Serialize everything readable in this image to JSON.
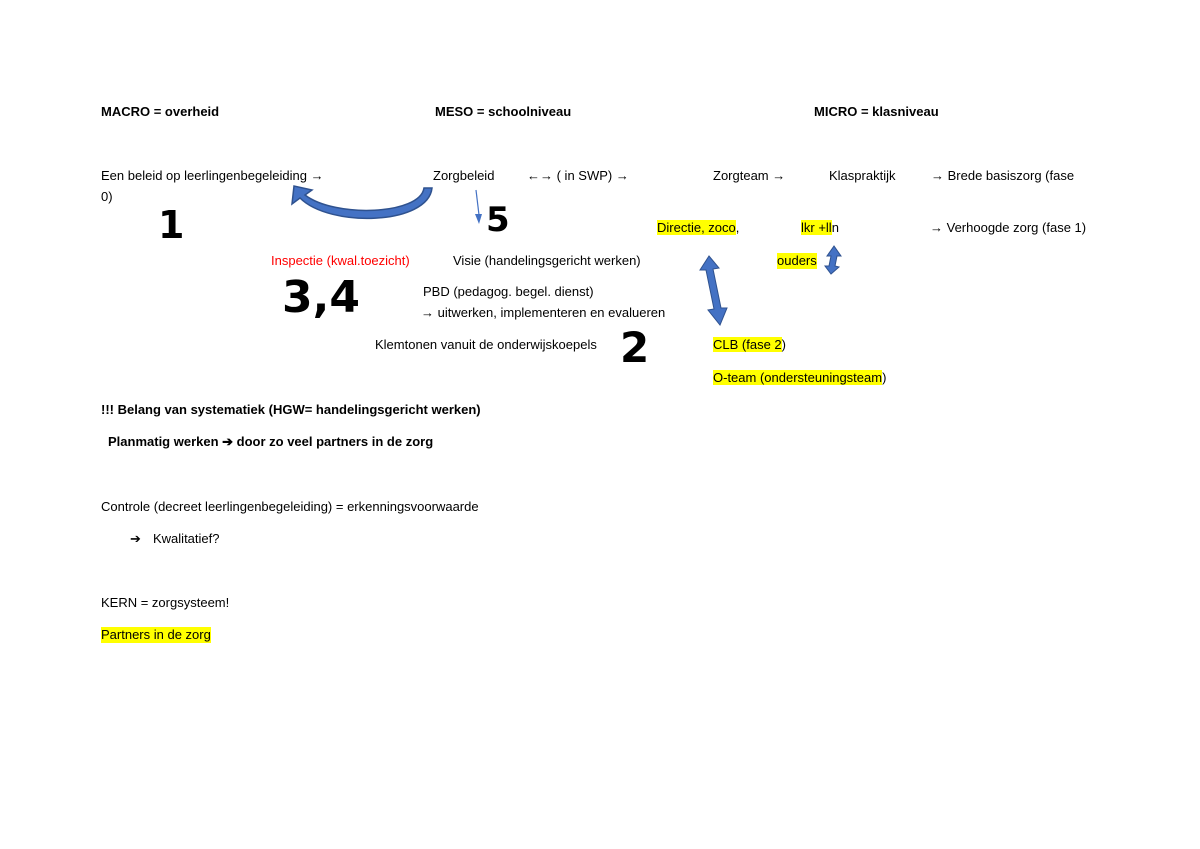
{
  "header": {
    "macro": "MACRO = overheid",
    "meso": "MESO = schoolniveau",
    "micro": "MICRO = klasniveau"
  },
  "row1": {
    "beleid": "Een beleid op leerlingenbegeleiding  →",
    "beleid_cont": "0)",
    "zorgbeleid": "Zorgbeleid",
    "swp": "←→ ( in SWP)  →",
    "zorgteam": "Zorgteam  →",
    "klaspraktijk": "Klaspraktijk",
    "brede": "→ Brede basiszorg (fase"
  },
  "row2": {
    "directie": "Directie, zoco",
    "comma": ",",
    "lkr": "lkr  +ll",
    "lkr_n": "n",
    "verhoogd": "→ Verhoogde zorg (fase 1)"
  },
  "row3": {
    "inspectie": "Inspectie (kwal.toezicht)",
    "visie": "Visie (handelingsgericht werken)",
    "ouders": "ouders"
  },
  "pbd": {
    "line1": "PBD (pedagog. begel. dienst)",
    "line2": "→ uitwerken, implementeren en evalueren"
  },
  "klemtonen": "Klemtonen vanuit de onderwijskoepels",
  "clb": "CLB (fase 2",
  "clb_end": ")",
  "oteam": "O-team (ondersteuningsteam",
  "oteam_end": ")",
  "handwritten": {
    "n1": "1",
    "n5": "5",
    "n34": "3,4",
    "n2": "2"
  },
  "belang": "!!! Belang van systematiek (HGW= handelingsgericht werken)",
  "planmatig": "Planmatig werken ➔ door zo veel partners in de zorg",
  "controle": "Controle (decreet leerlingenbegeleiding) = erkenningsvoorwaarde",
  "kwalitatief_arrow": "➔",
  "kwalitatief": "Kwalitatief?",
  "kern": "KERN = zorgsysteem!",
  "partners": "Partners in de zorg",
  "colors": {
    "highlight": "#ffff00",
    "red": "#ff0000",
    "arrow": "#4472c4"
  }
}
